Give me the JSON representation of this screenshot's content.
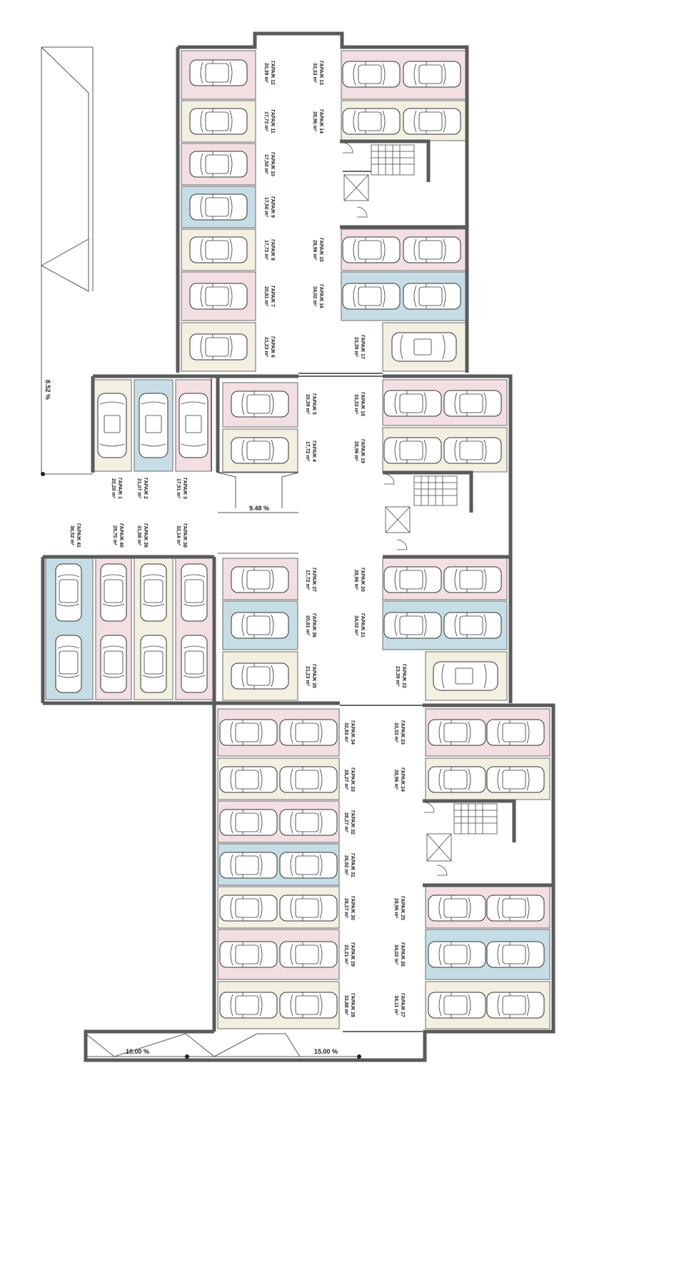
{
  "colors": {
    "pink": "#f3dfe2",
    "cream": "#f3f0e2",
    "blue": "#c6dde6",
    "wall": "#5a5a5a",
    "line": "#333333"
  },
  "ramps": [
    {
      "id": "ramp-right",
      "label": "8.52 %"
    },
    {
      "id": "ramp-middle",
      "label": "9.48 %"
    },
    {
      "id": "ramp-bottom-left",
      "label": "10.00 %"
    },
    {
      "id": "ramp-bottom-right",
      "label": "15.00 %"
    }
  ],
  "garages": [
    {
      "name": "ГАРАЖ 1",
      "area": "20,20 m²",
      "color": "cream"
    },
    {
      "name": "ГАРАЖ 2",
      "area": "21,07 m²",
      "color": "blue"
    },
    {
      "name": "ГАРАЖ 3",
      "area": "17,91 m²",
      "color": "pink"
    },
    {
      "name": "ГАРАЖ 4",
      "area": "17,72 m²",
      "color": "cream"
    },
    {
      "name": "ГАРАЖ 5",
      "area": "20,39 m²",
      "color": "pink"
    },
    {
      "name": "ГАРАЖ 6",
      "area": "21,23 m²",
      "color": "cream"
    },
    {
      "name": "ГАРАЖ 7",
      "area": "20,81 m²",
      "color": "pink"
    },
    {
      "name": "ГАРАЖ 8",
      "area": "17,72 m²",
      "color": "cream"
    },
    {
      "name": "ГАРАЖ 9",
      "area": "17,50 m²",
      "color": "blue"
    },
    {
      "name": "ГАРАЖ 10",
      "area": "17,50 m²",
      "color": "pink"
    },
    {
      "name": "ГАРАЖ 11",
      "area": "17,72 m²",
      "color": "cream"
    },
    {
      "name": "ГАРАЖ 12",
      "area": "20,39 m²",
      "color": "pink"
    },
    {
      "name": "ГАРАЖ 13",
      "area": "33,33 m²",
      "color": "pink"
    },
    {
      "name": "ГАРАЖ 14",
      "area": "28,96 m²",
      "color": "cream"
    },
    {
      "name": "ГАРАЖ 15",
      "area": "28,96 m²",
      "color": "pink"
    },
    {
      "name": "ГАРАЖ 16",
      "area": "34,02 m²",
      "color": "blue"
    },
    {
      "name": "ГАРАЖ 17",
      "area": "23,39 m²",
      "color": "cream"
    },
    {
      "name": "ГАРАЖ 18",
      "area": "33,33 m²",
      "color": "pink"
    },
    {
      "name": "ГАРАЖ 19",
      "area": "28,96 m²",
      "color": "cream"
    },
    {
      "name": "ГАРАЖ 20",
      "area": "28,96 m²",
      "color": "pink"
    },
    {
      "name": "ГАРАЖ 21",
      "area": "34,02 m²",
      "color": "blue"
    },
    {
      "name": "ГАРАЖ 22",
      "area": "23,39 m²",
      "color": "cream"
    },
    {
      "name": "ГАРАЖ 23",
      "area": "33,33 m²",
      "color": "pink"
    },
    {
      "name": "ГАРАЖ 24",
      "area": "28,96 m²",
      "color": "cream"
    },
    {
      "name": "ГАРАЖ 25",
      "area": "28,96 m²",
      "color": "pink"
    },
    {
      "name": "ГАРАЖ 26",
      "area": "34,02 m²",
      "color": "blue"
    },
    {
      "name": "ГАРАЖ 27",
      "area": "34,11 m²",
      "color": "cream"
    },
    {
      "name": "ГАРАЖ 28",
      "area": "33,88 m²",
      "color": "cream"
    },
    {
      "name": "ГАРАЖ 29",
      "area": "33,21 m²",
      "color": "pink"
    },
    {
      "name": "ГАРАЖ 30",
      "area": "28,27 m²",
      "color": "cream"
    },
    {
      "name": "ГАРАЖ 31",
      "area": "26,92 m²",
      "color": "blue"
    },
    {
      "name": "ГАРАЖ 32",
      "area": "28,27 m²",
      "color": "pink"
    },
    {
      "name": "ГАРАЖ 33",
      "area": "28,27 m²",
      "color": "cream"
    },
    {
      "name": "ГАРАЖ 34",
      "area": "32,83 m²",
      "color": "pink"
    },
    {
      "name": "ГАРАЖ 35",
      "area": "21,23 m²",
      "color": "cream"
    },
    {
      "name": "ГАРАЖ 36",
      "area": "20,81 m²",
      "color": "blue"
    },
    {
      "name": "ГАРАЖ 37",
      "area": "17,72 m²",
      "color": "pink"
    },
    {
      "name": "ГАРАЖ 38",
      "area": "32,14 m²",
      "color": "pink"
    },
    {
      "name": "ГАРАЖ 39",
      "area": "31,88 m²",
      "color": "cream"
    },
    {
      "name": "ГАРАЖ 40",
      "area": "29,75 m²",
      "color": "pink"
    },
    {
      "name": "ГАРАЖ 41",
      "area": "36,52 m²",
      "color": "blue"
    }
  ]
}
